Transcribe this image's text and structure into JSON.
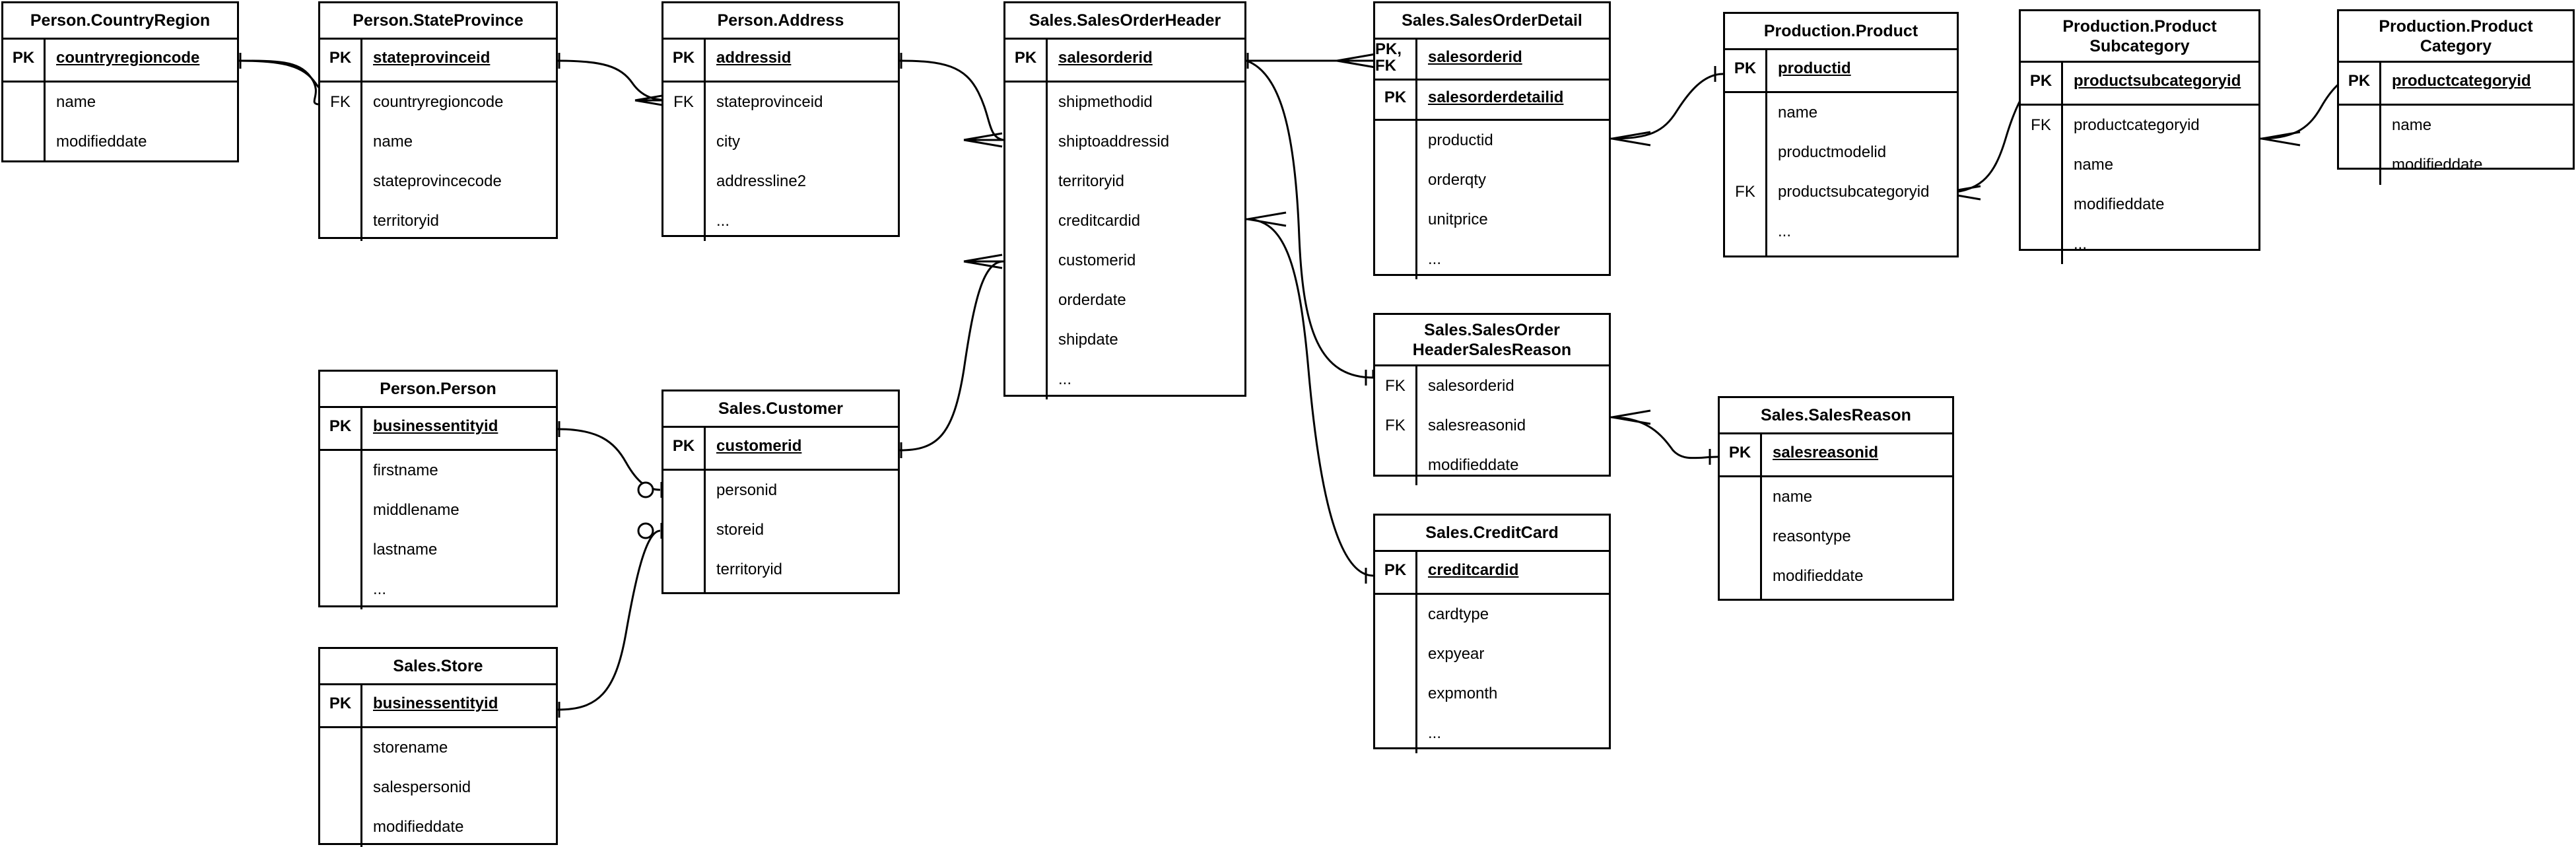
{
  "diagram": {
    "kind": "entity-relationship-diagram",
    "notation": "crows-foot",
    "background_color": "#ffffff",
    "line_color": "#000000",
    "key_labels": {
      "pk": "PK",
      "fk": "FK",
      "pk_fk": "PK,\nFK"
    },
    "ellipsis": "..."
  },
  "entities": [
    {
      "id": "person_countryregion",
      "title": "Person.CountryRegion",
      "keys": [
        {
          "label": "PK",
          "field": "countryregioncode",
          "pk": true
        }
      ],
      "fields": [
        "name",
        "modifieddate"
      ]
    },
    {
      "id": "person_stateprovince",
      "title": "Person.StateProvince",
      "keys": [
        {
          "label": "PK",
          "field": "stateprovinceid",
          "pk": true
        }
      ],
      "fk_label": "FK",
      "fields": [
        "countryregioncode",
        "name",
        "stateprovincecode",
        "territoryid"
      ]
    },
    {
      "id": "person_address",
      "title": "Person.Address",
      "keys": [
        {
          "label": "PK",
          "field": "addressid",
          "pk": true
        }
      ],
      "fk_label": "FK",
      "fields": [
        "stateprovinceid",
        "city",
        "addressline2",
        "..."
      ]
    },
    {
      "id": "sales_salesorderheader",
      "title": "Sales.SalesOrderHeader",
      "keys": [
        {
          "label": "PK",
          "field": "salesorderid",
          "pk": true
        }
      ],
      "fields": [
        "shipmethodid",
        "shiptoaddressid",
        "territoryid",
        "creditcardid",
        "customerid",
        "orderdate",
        "shipdate",
        "..."
      ]
    },
    {
      "id": "sales_salesorderdetail",
      "title": "Sales.SalesOrderDetail",
      "keys": [
        {
          "label": "PK,\nFK",
          "field": "salesorderid",
          "pk": true
        },
        {
          "label": "PK",
          "field": "salesorderdetailid",
          "pk": true
        }
      ],
      "fields": [
        "productid",
        "orderqty",
        "unitprice",
        "..."
      ]
    },
    {
      "id": "production_product",
      "title": "Production.Product",
      "keys": [
        {
          "label": "PK",
          "field": "productid",
          "pk": true
        }
      ],
      "fk_label": "FK",
      "fk_row_index": 2,
      "fields": [
        "name",
        "productmodelid",
        "productsubcategoryid",
        "..."
      ]
    },
    {
      "id": "production_productsubcategory",
      "title": "Production.Product\nSubcategory",
      "keys": [
        {
          "label": "PK",
          "field": "productsubcategoryid",
          "pk": true
        }
      ],
      "fk_label": "FK",
      "fields": [
        "productcategoryid",
        "name",
        "modifieddate",
        "..."
      ]
    },
    {
      "id": "production_productcategory",
      "title": "Production.Product\nCategory",
      "keys": [
        {
          "label": "PK",
          "field": "productcategoryid",
          "pk": true
        }
      ],
      "fields": [
        "name",
        "modifieddate"
      ]
    },
    {
      "id": "person_person",
      "title": "Person.Person",
      "keys": [
        {
          "label": "PK",
          "field": "businessentityid",
          "pk": true
        }
      ],
      "fields": [
        "firstname",
        "middlename",
        "lastname",
        "..."
      ]
    },
    {
      "id": "sales_customer",
      "title": "Sales.Customer",
      "keys": [
        {
          "label": "PK",
          "field": "customerid",
          "pk": true
        }
      ],
      "fields": [
        "personid",
        "storeid",
        "territoryid"
      ]
    },
    {
      "id": "sales_store",
      "title": "Sales.Store",
      "keys": [
        {
          "label": "PK",
          "field": "businessentityid",
          "pk": true
        }
      ],
      "fields": [
        "storename",
        "salespersonid",
        "modifieddate"
      ]
    },
    {
      "id": "sales_salesorderheadersalesreason",
      "title": "Sales.SalesOrder\nHeaderSalesReason",
      "keys": [],
      "fk_rows": [
        0,
        1
      ],
      "fk_label": "FK",
      "fields": [
        "salesorderid",
        "salesreasonid",
        "modifieddate"
      ]
    },
    {
      "id": "sales_salesreason",
      "title": "Sales.SalesReason",
      "keys": [
        {
          "label": "PK",
          "field": "salesreasonid",
          "pk": true
        }
      ],
      "fields": [
        "name",
        "reasontype",
        "modifieddate"
      ]
    },
    {
      "id": "sales_creditcard",
      "title": "Sales.CreditCard",
      "keys": [
        {
          "label": "PK",
          "field": "creditcardid",
          "pk": true
        }
      ],
      "fields": [
        "cardtype",
        "expyear",
        "expmonth",
        "..."
      ]
    }
  ],
  "relationships": [
    {
      "from": "person_countryregion.countryregioncode",
      "to": "person_stateprovince.countryregioncode",
      "from_card": "one",
      "to_card": "many"
    },
    {
      "from": "person_stateprovince.stateprovinceid",
      "to": "person_address.stateprovinceid",
      "from_card": "one",
      "to_card": "many"
    },
    {
      "from": "person_address.addressid",
      "to": "sales_salesorderheader.shiptoaddressid",
      "from_card": "one",
      "to_card": "many"
    },
    {
      "from": "sales_salesorderheader.salesorderid",
      "to": "sales_salesorderdetail.salesorderid",
      "from_card": "one",
      "to_card": "many"
    },
    {
      "from": "sales_salesorderheader.salesorderid",
      "to": "sales_salesorderheadersalesreason.salesorderid",
      "from_card": "one",
      "to_card": "many"
    },
    {
      "from": "sales_salesorderdetail.productid",
      "to": "production_product.productid",
      "from_card": "many",
      "to_card": "one"
    },
    {
      "from": "production_product.productsubcategoryid",
      "to": "production_productsubcategory.productsubcategoryid",
      "from_card": "many",
      "to_card": "one"
    },
    {
      "from": "production_productsubcategory.productcategoryid",
      "to": "production_productcategory.productcategoryid",
      "from_card": "many",
      "to_card": "one"
    },
    {
      "from": "person_person.businessentityid",
      "to": "sales_customer.personid",
      "from_card": "one",
      "to_card": "zero-or-one"
    },
    {
      "from": "sales_store.businessentityid",
      "to": "sales_customer.storeid",
      "from_card": "one",
      "to_card": "zero-or-one"
    },
    {
      "from": "sales_customer.customerid",
      "to": "sales_salesorderheader.customerid",
      "from_card": "one",
      "to_card": "many"
    },
    {
      "from": "sales_salesorderheadersalesreason.salesreasonid",
      "to": "sales_salesreason.salesreasonid",
      "from_card": "many",
      "to_card": "one"
    },
    {
      "from": "sales_salesorderheader.creditcardid",
      "to": "sales_creditcard.creditcardid",
      "from_card": "many",
      "to_card": "one"
    }
  ]
}
